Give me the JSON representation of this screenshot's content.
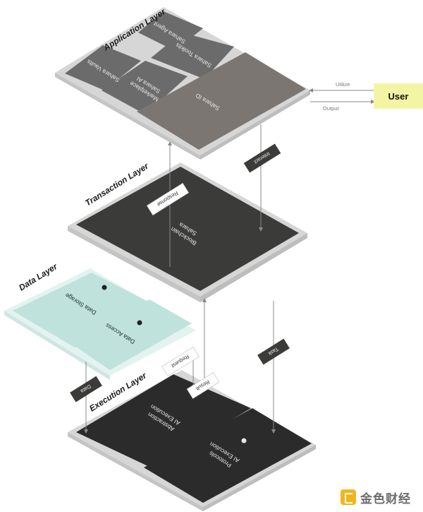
{
  "layers": {
    "application": {
      "title": "Application Layer",
      "tiles": {
        "sahara_agent": "Sahara Agent",
        "sahara_vaults": "Sahara Vaults",
        "sahara_toolkits": "Sahara Toolkits",
        "ai_marketplace_line1": "Sahara AI",
        "ai_marketplace_line2": "Marketplace",
        "sahara_id": "Sahara ID"
      }
    },
    "transaction": {
      "title": "Transaction Layer",
      "tile_line1": "Sahara",
      "tile_line2": "Blockchain"
    },
    "data": {
      "title": "Data Layer",
      "tiles": {
        "data_storage": "Data Storage",
        "data_access": "Data Access"
      }
    },
    "execution": {
      "title": "Execution Layer",
      "tiles": {
        "abstraction_line1": "AI Execution",
        "abstraction_line2": "Abstraction",
        "protocols_line1": "AI Execution",
        "protocols_line2": "Protocols"
      }
    }
  },
  "user": {
    "label": "User"
  },
  "arrows": {
    "utilize": "Utilize",
    "output": "Output",
    "interact": "Interact",
    "response": "Response",
    "request": "Request",
    "result": "Result",
    "data": "Data",
    "task": "Task"
  },
  "watermark": {
    "text": "金色财经"
  },
  "colors": {
    "app_tile": "#6b6b6b",
    "app_tile_id": "#7b7672",
    "dark_tile": "#3b3b39",
    "exec_tile": "#2b2b2b",
    "data_tile": "#bfe3dc",
    "user_bg": "#f3f5a5",
    "layer_base": "#d5d5d5"
  }
}
